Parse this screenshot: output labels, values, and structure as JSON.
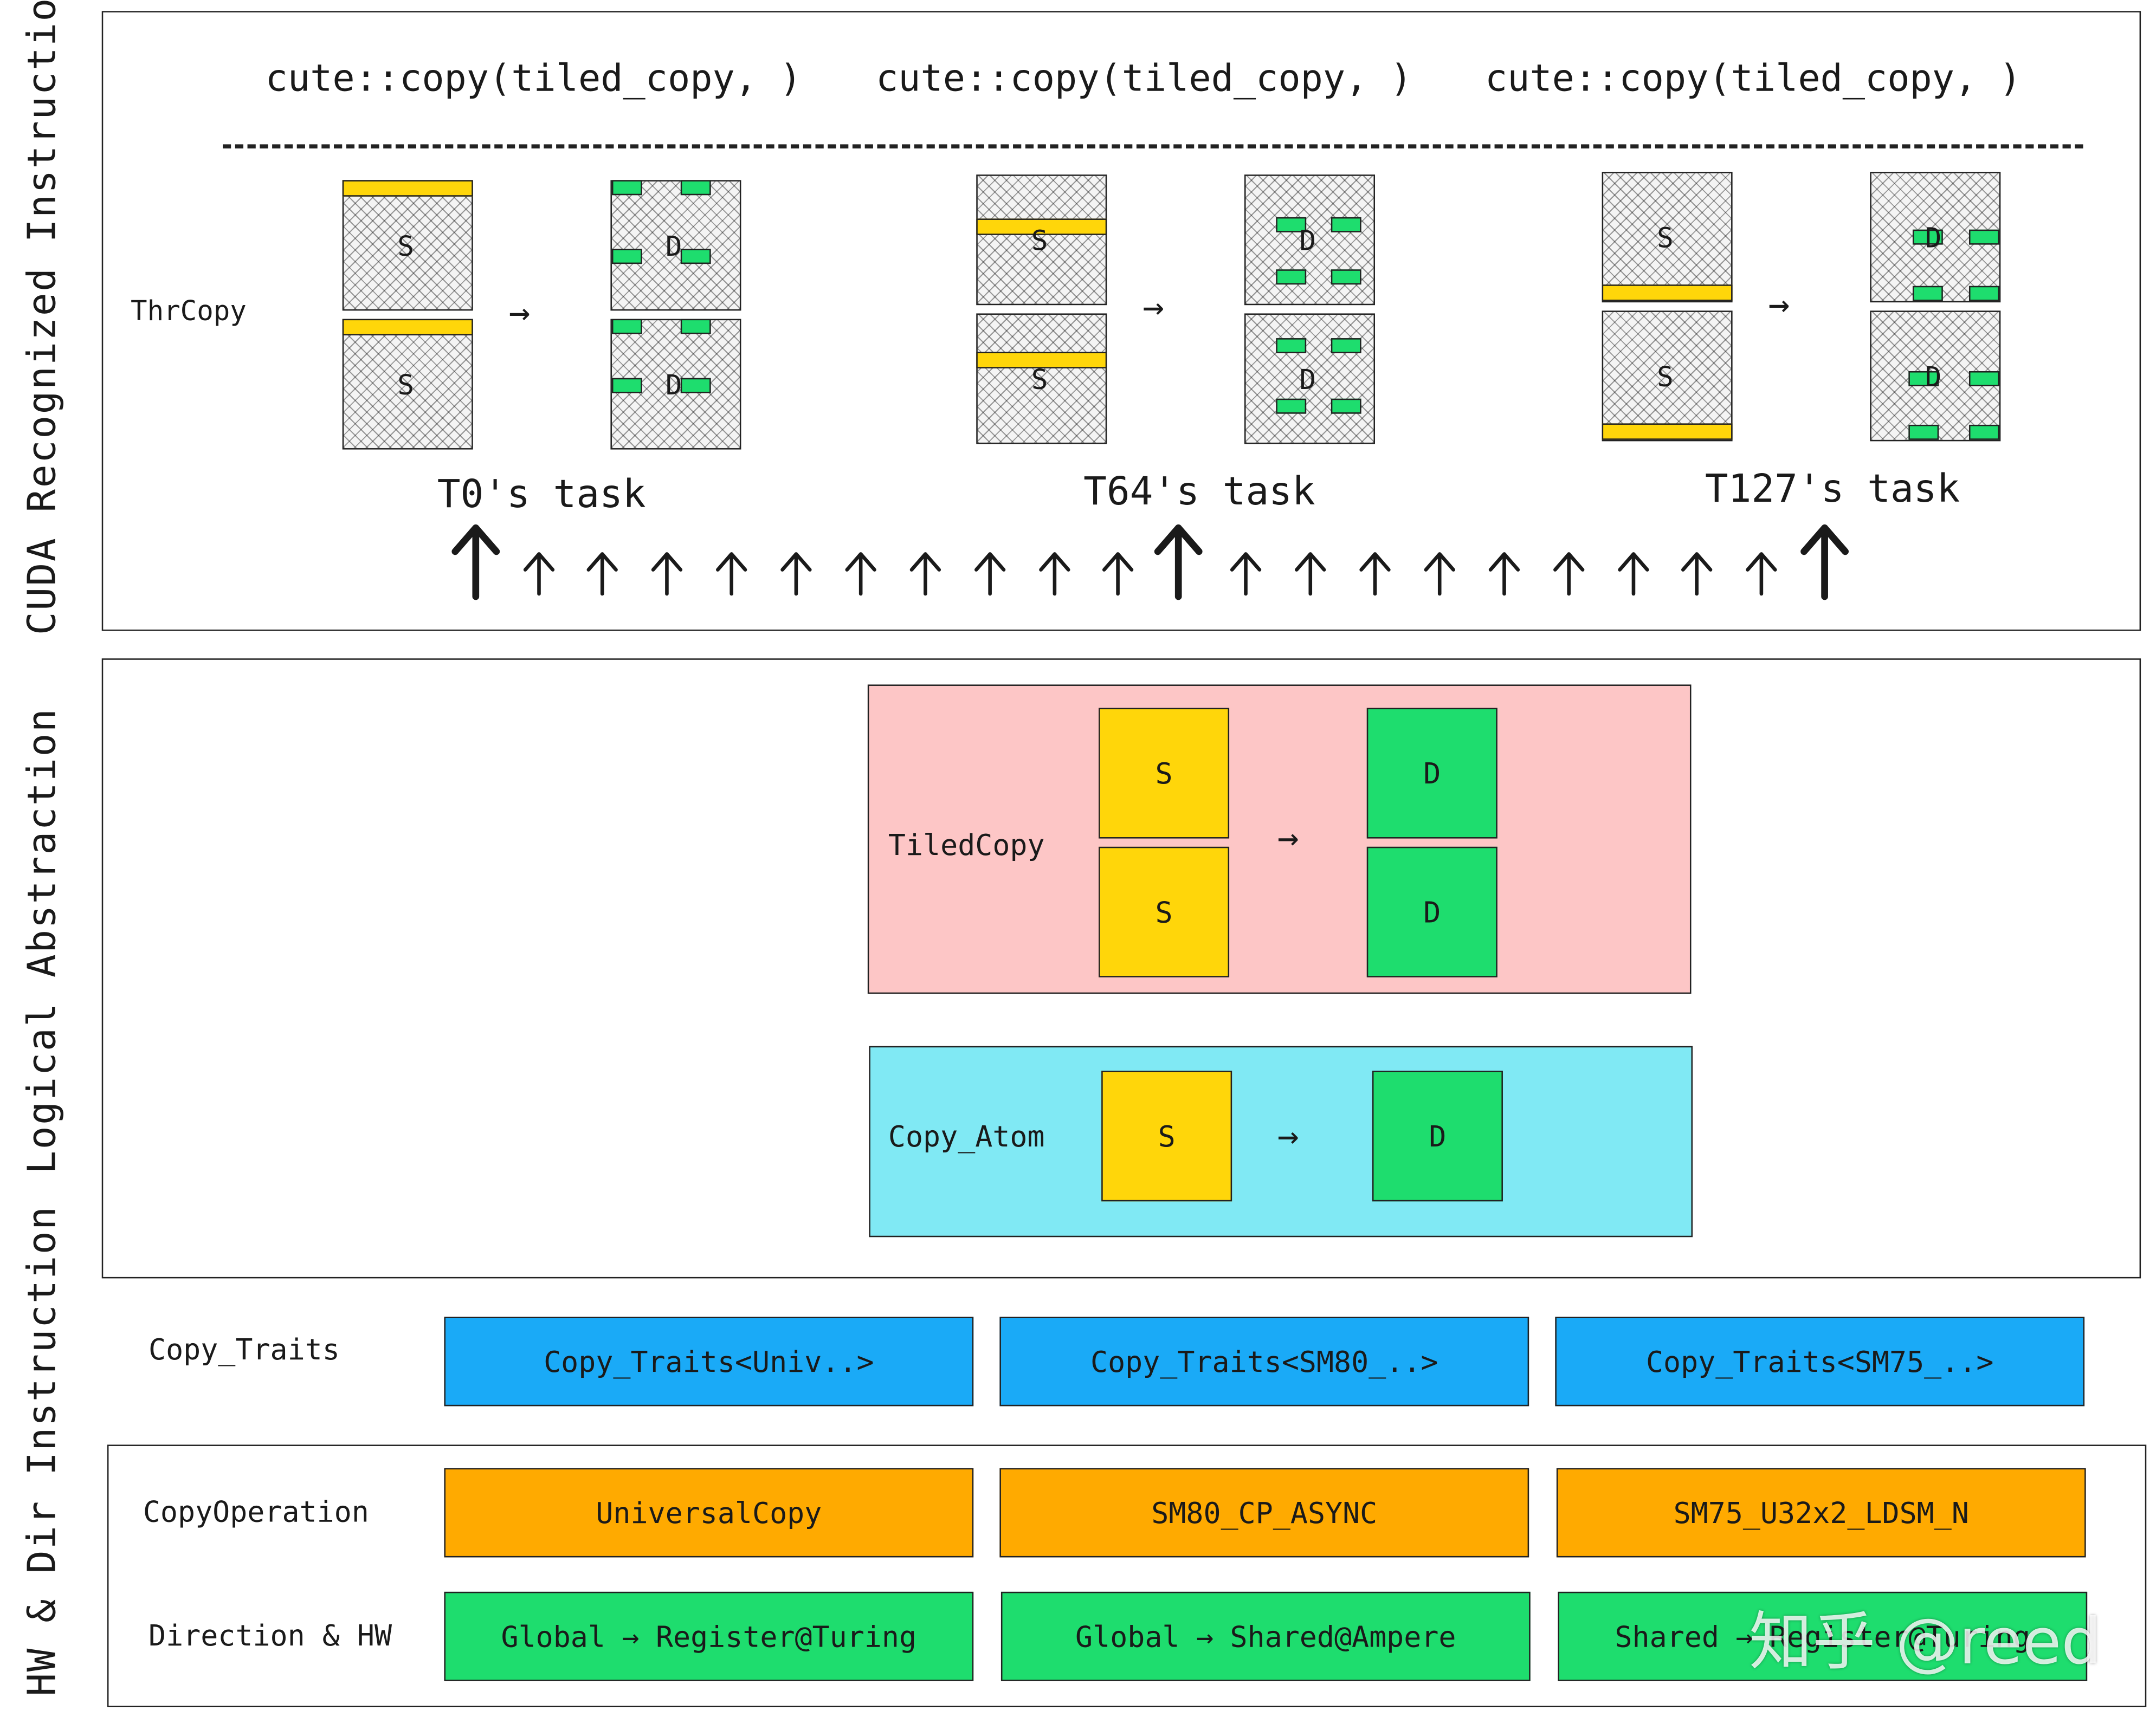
{
  "side_labels": {
    "cuda": "CUDA Recognized Instruction",
    "logical": "Logical Abstraction",
    "hw": "HW & Dir Instruction"
  },
  "top": {
    "calls": [
      "cute::copy(tiled_copy, )",
      "cute::copy(tiled_copy, )",
      "cute::copy(tiled_copy, )"
    ],
    "thrcopy_label": "ThrCopy",
    "tasks": [
      "T0's task",
      "T64's task",
      "T127's task"
    ],
    "src_letter": "S",
    "dst_letter": "D",
    "arrow": "→"
  },
  "logical": {
    "tiledcopy_label": "TiledCopy",
    "copy_atom_label": "Copy_Atom",
    "s": "S",
    "d": "D",
    "arrow": "→",
    "tiledcopy_color": "#fdc6c6",
    "copy_atom_color": "#80e9f4"
  },
  "hw": {
    "traits_label": "Copy_Traits",
    "traits": [
      "Copy_Traits<Univ..>",
      "Copy_Traits<SM80_..>",
      "Copy_Traits<SM75_..>"
    ],
    "op_label": "CopyOperation",
    "ops": [
      "UniversalCopy",
      "SM80_CP_ASYNC",
      "SM75_U32x2_LDSM_N"
    ],
    "dir_label": "Direction & HW",
    "dirs": [
      {
        "from": "Global",
        "to": "Register@Turing"
      },
      {
        "from": "Global",
        "to": "Shared@Ampere"
      },
      {
        "from": "Shared",
        "to": "Register@Turing"
      }
    ],
    "colors": {
      "traits": "#1aaaf7",
      "ops": "#ffaa00",
      "dirs": "#1edd6e"
    }
  },
  "watermark": "知乎 @reed"
}
